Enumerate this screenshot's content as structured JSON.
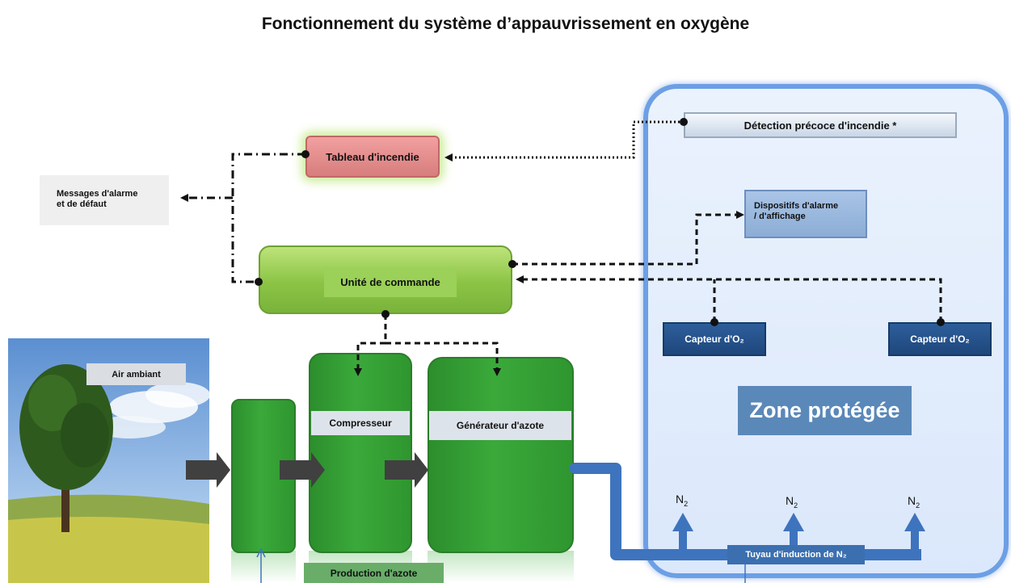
{
  "title": "Fonctionnement du système d’appauvrissement en oxygène",
  "zone": {
    "label": "Zone protégée",
    "detection": "Détection précoce d'incendie *",
    "alarm_devices_line1": "Dispositifs d'alarme",
    "alarm_devices_line2": "/ d'affichage",
    "sensor_left": "Capteur d'O₂",
    "sensor_right": "Capteur d'O₂"
  },
  "fire_panel": "Tableau d'incendie",
  "messages_line1": "Messages d'alarme",
  "messages_line2": "et de défaut",
  "control_unit": "Unité de commande",
  "compressor": "Compresseur",
  "nitrogen_generator": "Générateur d'azote",
  "nitrogen_production": "Production d'azote",
  "ambient_air": "Air ambiant",
  "pipe": "Tuyau d'induction de N₂",
  "outlets": [
    {
      "label": "N",
      "sub": "2"
    },
    {
      "label": "N",
      "sub": "2"
    },
    {
      "label": "N",
      "sub": "2"
    }
  ],
  "colors": {
    "zone_border": "#6c9fe5",
    "pipe": "#3e74bd",
    "machine_green": "#3aa93a",
    "control_green": "#8bc445",
    "fire_panel": "#e08888",
    "sensor": "#2d5e9a"
  }
}
